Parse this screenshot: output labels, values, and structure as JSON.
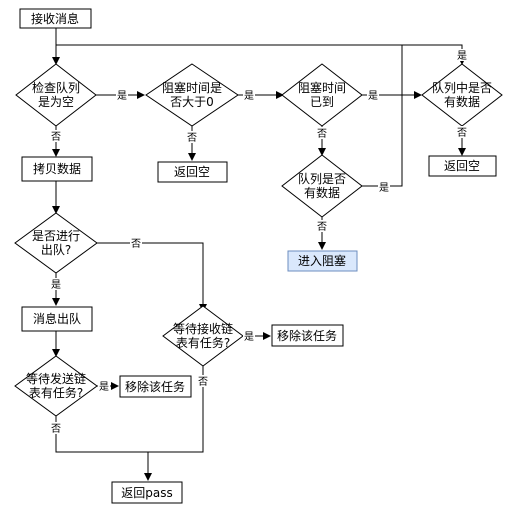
{
  "nodes": {
    "receive": "接收消息",
    "check_empty_l1": "检查队列",
    "check_empty_l2": "是为空",
    "block_gt0_l1": "阻塞时间是",
    "block_gt0_l2": "否大于0",
    "block_reached_l1": "阻塞时间",
    "block_reached_l2": "已到",
    "queue_has_data_l1": "队列中是否",
    "queue_has_data_l2": "有数据",
    "return_empty_1": "返回空",
    "return_empty_2": "返回空",
    "copy_data": "拷贝数据",
    "queue_has_data2_l1": "队列是否",
    "queue_has_data2_l2": "有数据",
    "enter_block": "进入阻塞",
    "dequeue_q_l1": "是否进行",
    "dequeue_q_l2": "出队?",
    "msg_dequeue": "消息出队",
    "wait_recv_l1": "等待接收链",
    "wait_recv_l2": "表有任务?",
    "remove_task_1": "移除该任务",
    "wait_send_l1": "等待发送链",
    "wait_send_l2": "表有任务?",
    "remove_task_2": "移除该任务",
    "return_pass": "返回pass"
  },
  "edge_labels": {
    "yes": "是",
    "no": "否"
  },
  "colors": {
    "stroke": "#000000",
    "fill": "#ffffff",
    "highlight_fill": "#dae8fc",
    "highlight_stroke": "#6c8ebf"
  }
}
